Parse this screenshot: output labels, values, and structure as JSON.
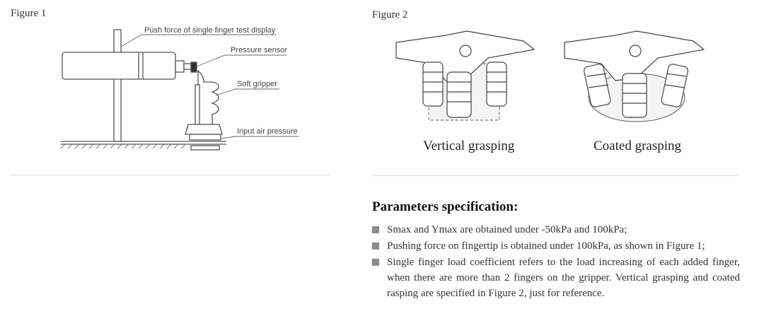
{
  "figure1": {
    "caption": "Figure 1",
    "callouts": {
      "display": "Push force of single finger test display",
      "sensor": "Pressure sensor",
      "gripper": "Soft gripper",
      "air": "Input air pressure"
    }
  },
  "figure2": {
    "caption": "Figure 2",
    "labels": {
      "vertical": "Vertical grasping",
      "coated": "Coated grasping"
    }
  },
  "specs": {
    "title": "Parameters specification:",
    "items": [
      "Smax and Ymax are obtained under -50kPa and 100kPa;",
      "Pushing force on fingertip is obtained under 100kPa, as shown in Figure 1;",
      "Single finger load coefficient refers to the load increasing of each added finger, when there are more than 2 fingers on the gripper. Vertical grasping and coated rasping are specified in Figure 2, just for reference."
    ]
  }
}
